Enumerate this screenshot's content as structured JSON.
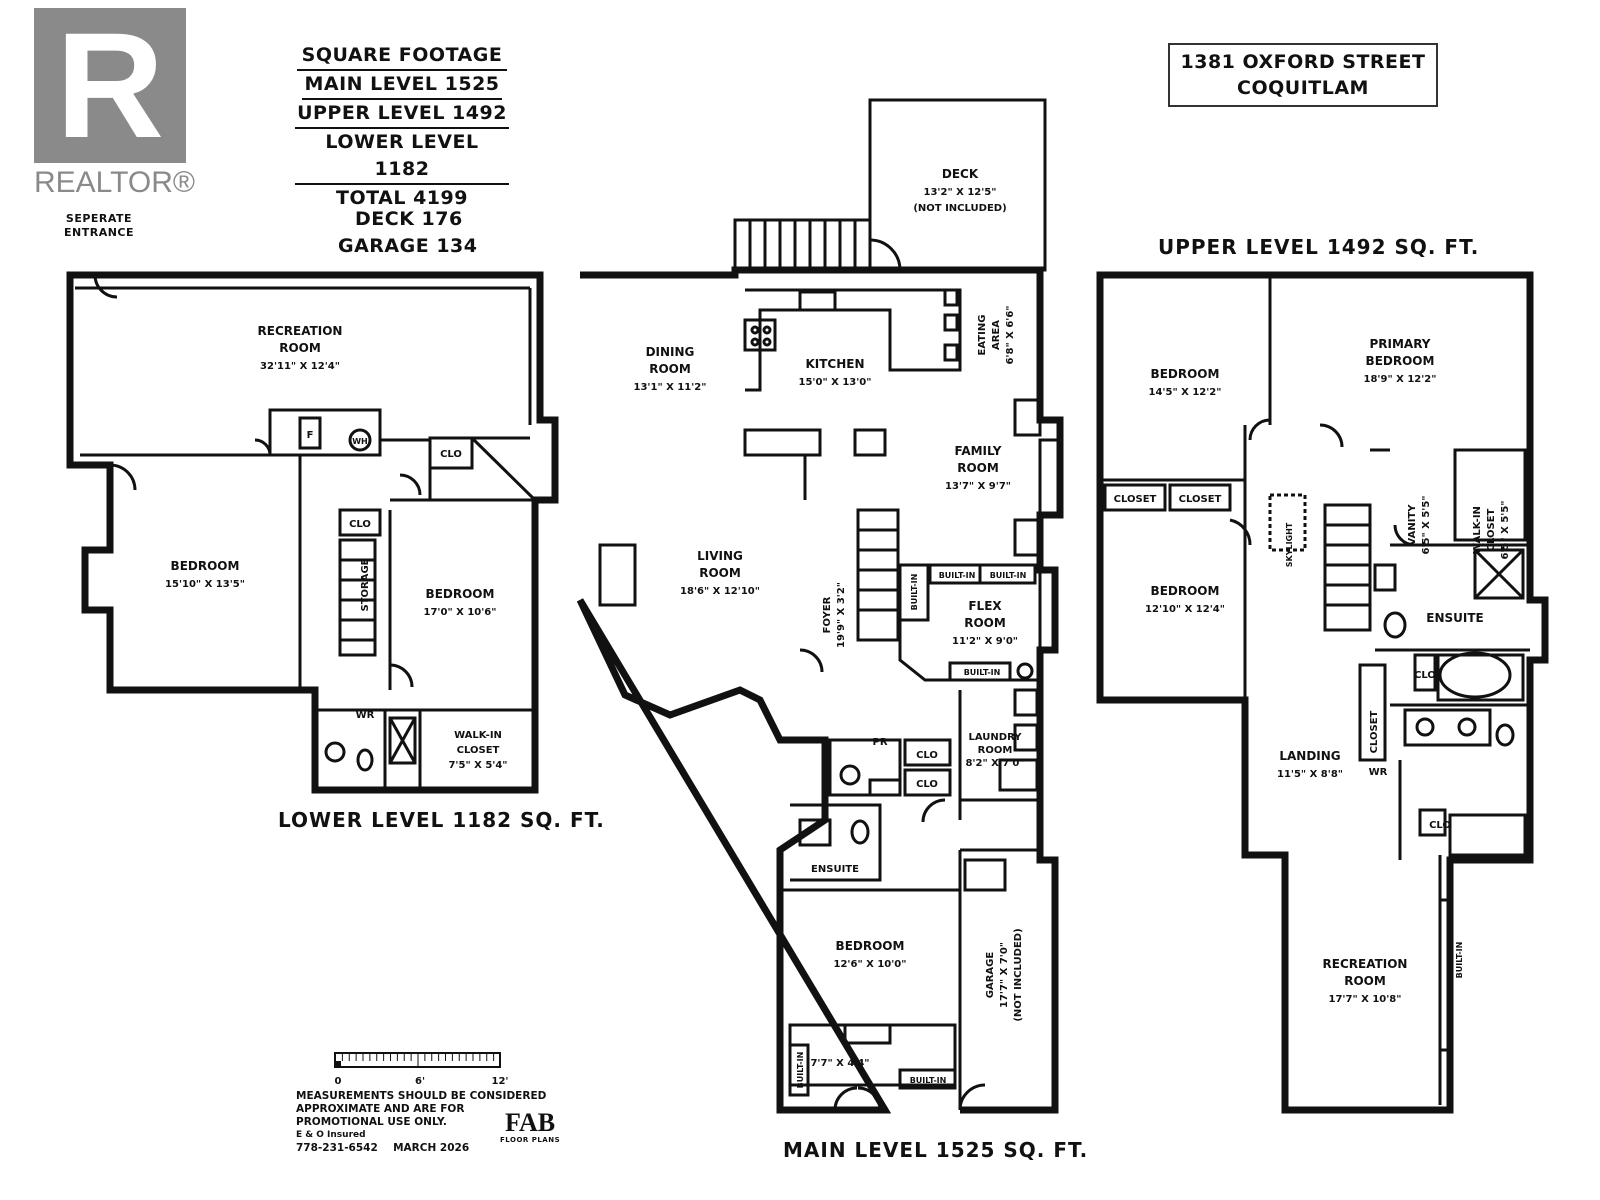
{
  "logo": {
    "brand": "REALTOR®",
    "mark": "R"
  },
  "sqft": {
    "heading": "SQUARE FOOTAGE",
    "lines": [
      "MAIN LEVEL 1525",
      "UPPER LEVEL 1492",
      "LOWER LEVEL 1182"
    ],
    "total": "TOTAL 4199",
    "deck": "DECK 176",
    "garage": "GARAGE 134"
  },
  "address": {
    "line1": "1381 OXFORD STREET",
    "line2": "COQUITLAM"
  },
  "lower": {
    "title": "LOWER LEVEL 1182 SQ. FT.",
    "entrance": [
      "SEPERATE",
      "ENTRANCE"
    ],
    "recreation": {
      "name": [
        "RECREATION",
        "ROOM"
      ],
      "size": "32'11\" X 12'4\""
    },
    "bedroom1": {
      "name": "BEDROOM",
      "size": "15'10\" X 13'5\""
    },
    "bedroom2": {
      "name": "BEDROOM",
      "size": "17'0\" X 10'6\""
    },
    "walkin": {
      "name": [
        "WALK-IN",
        "CLOSET"
      ],
      "size": "7'5\" X 5'4\""
    },
    "labels": {
      "clo1": "CLO",
      "clo2": "CLO",
      "storage": "STORAGE",
      "wr": "WR",
      "f": "F",
      "wh": "WH"
    }
  },
  "main": {
    "title": "MAIN LEVEL 1525 SQ. FT.",
    "deck": {
      "name": "DECK",
      "size": "13'2\" X 12'5\"",
      "note": "(NOT INCLUDED)"
    },
    "dining": {
      "name": [
        "DINING",
        "ROOM"
      ],
      "size": "13'1\" X 11'2\""
    },
    "kitchen": {
      "name": "KITCHEN",
      "size": "15'0\" X 13'0\""
    },
    "eating": {
      "name": [
        "EATING",
        "AREA"
      ],
      "size": "6'8\" X 6'6\""
    },
    "family": {
      "name": [
        "FAMILY",
        "ROOM"
      ],
      "size": "13'7\" X 9'7\""
    },
    "living": {
      "name": [
        "LIVING",
        "ROOM"
      ],
      "size": "18'6\" X 12'10\""
    },
    "foyer": {
      "name": "FOYER",
      "size": "19'9\" X 3'2\""
    },
    "flex": {
      "name": [
        "FLEX",
        "ROOM"
      ],
      "size": "11'2\" X 9'0\""
    },
    "laundry": {
      "name": [
        "LAUNDRY",
        "ROOM"
      ],
      "size": "8'2\" X 7'0\""
    },
    "ensuite": {
      "name": "ENSUITE"
    },
    "bedroom": {
      "name": "BEDROOM",
      "size": "12'6\" X 10'0\""
    },
    "closet": {
      "size": "7'7\" X 4'4\""
    },
    "garage": {
      "name": "GARAGE",
      "size": "17'7\" X 7'0\"",
      "note": "(NOT INCLUDED)"
    },
    "labels": {
      "builtin": "BUILT-IN",
      "pr": "PR",
      "clo": "CLO"
    }
  },
  "upper": {
    "title": "UPPER LEVEL 1492 SQ. FT.",
    "bedroom1": {
      "name": "BEDROOM",
      "size": "14'5\" X 12'2\""
    },
    "primary": {
      "name": [
        "PRIMARY",
        "BEDROOM"
      ],
      "size": "18'9\" X 12'2\""
    },
    "bedroom2": {
      "name": "BEDROOM",
      "size": "12'10\" X 12'4\""
    },
    "vanity": {
      "name": "VANITY",
      "size": "6'5\" X 5'5\""
    },
    "walkin": {
      "name": [
        "WALK-IN",
        "CLOSET"
      ],
      "size": "6'5\" X 5'5\""
    },
    "ensuite": {
      "name": "ENSUITE"
    },
    "landing": {
      "name": "LANDING",
      "size": "11'5\" X 8'8\""
    },
    "recreation": {
      "name": [
        "RECREATION",
        "ROOM"
      ],
      "size": "17'7\" X 10'8\""
    },
    "labels": {
      "closet": "CLOSET",
      "skylight": "SKYLIGHT",
      "clo": "CLO",
      "wr": "WR",
      "builtin": "BUILT-IN"
    }
  },
  "scale": {
    "ticks": [
      "0",
      "6'",
      "12'"
    ]
  },
  "disclaimer": {
    "lines": [
      "MEASUREMENTS SHOULD BE CONSIDERED",
      "APPROXIMATE AND ARE FOR",
      "PROMOTIONAL USE ONLY.",
      "E & O Insured"
    ],
    "phone": "778-231-6542",
    "date": "MARCH 2026"
  },
  "brand_fab": {
    "name": "FAB",
    "sub": "FLOOR PLANS"
  }
}
